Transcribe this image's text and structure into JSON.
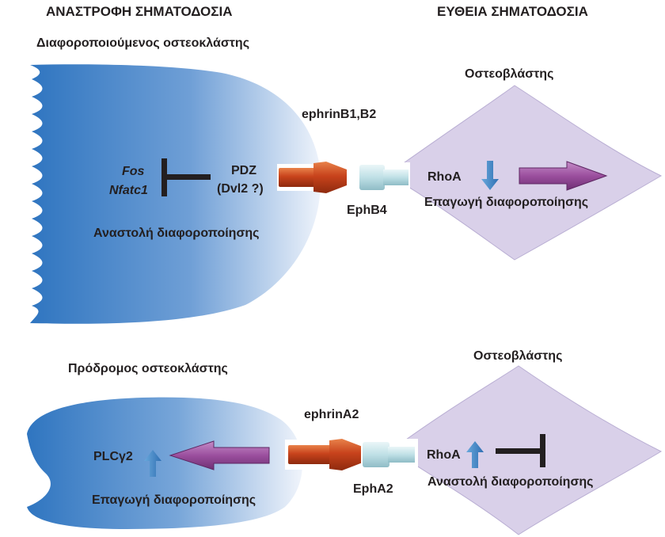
{
  "headers": {
    "reverse_signaling": "ΑΝΑΣΤΡΟΦΗ ΣΗΜΑΤΟΔΟΣΙΑ",
    "forward_signaling": "ΕΥΘΕΙΑ ΣΗΜΑΤΟΔΟΣΙΑ"
  },
  "top_panel": {
    "osteoclast_title": "Διαφοροποιούμενος οστεοκλάστης",
    "osteoblast_title": "Οστεοβλάστης",
    "gene_fos": "Fos",
    "gene_nfatc1": "Nfatc1",
    "pdz": "PDZ",
    "dvl2": "(Dvl2 ?)",
    "ligand": "ephrinB1,B2",
    "receptor": "EphB4",
    "rhoa": "RhoA",
    "osteoblast_effect": "Επαγωγή διαφοροποίησης",
    "osteoclast_effect": "Αναστολή διαφοροποίησης",
    "rhoa_direction": "down"
  },
  "bottom_panel": {
    "osteoclast_title": "Πρόδρομος οστεοκλάστης",
    "osteoblast_title": "Οστεοβλάστης",
    "plc": "PLCγ2",
    "plc_direction": "up",
    "osteoclast_effect": "Επαγωγή διαφοροποίησης",
    "ligand": "ephrinA2",
    "receptor": "EphA2",
    "rhoa": "RhoA",
    "rhoa_direction": "up",
    "osteoblast_effect": "Αναστολή διαφοροποίησης"
  },
  "colors": {
    "osteoclast_blue": "#2f75c0",
    "osteoblast_lavender": "#d9d0e9",
    "ephrin_orange": "#c8431c",
    "receptor_teal": "#bfe0e6",
    "arrow_purple": "#9b4f9e",
    "small_arrow_blue": "#3d86c6"
  }
}
